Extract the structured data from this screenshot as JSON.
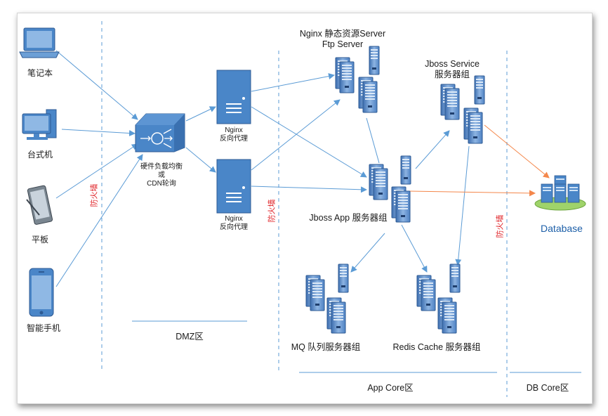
{
  "clients": {
    "laptop": "笔记本",
    "desktop": "台式机",
    "tablet": "平板",
    "phone": "智能手机"
  },
  "lb": {
    "line1": "硬件负载均衡",
    "line2": "或",
    "line3": "CDN轮询"
  },
  "nginx_proxy": {
    "name": "Nginx",
    "role": "反向代理"
  },
  "static_server": {
    "line1": "Nginx 静态资源Server",
    "line2": "Ftp Server"
  },
  "jboss_service": {
    "line1": "Jboss Service",
    "line2": "服务器组"
  },
  "jboss_app": "Jboss App 服务器组",
  "mq": "MQ 队列服务器组",
  "redis": "Redis Cache 服务器组",
  "database": "Database",
  "firewall": "防火墙",
  "zones": {
    "dmz": "DMZ区",
    "app_core": "App Core区",
    "db_core": "DB Core区"
  },
  "colors": {
    "arrow_blue": "#5b9bd5",
    "arrow_orange": "#f4874b",
    "firewall_red": "#e0262b",
    "device_blue": "#4a86c8"
  }
}
